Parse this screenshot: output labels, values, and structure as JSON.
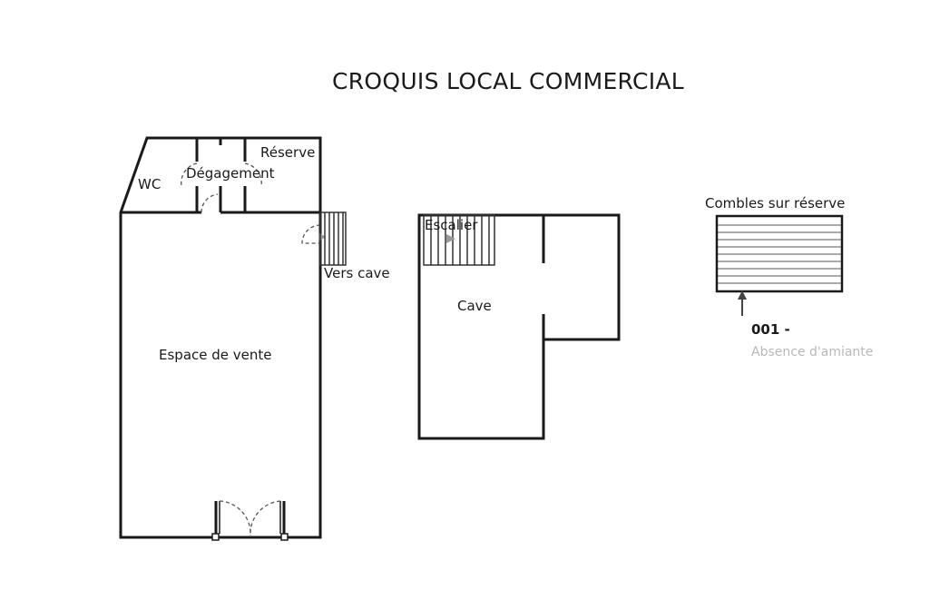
{
  "title": "CROQUIS LOCAL COMMERCIAL",
  "ground_floor": {
    "rooms": {
      "wc": "WC",
      "degagement": "Dégagement",
      "reserve": "Réserve",
      "espace_vente": "Espace de vente"
    },
    "stair_label": "Vers cave"
  },
  "basement": {
    "stair_label": "Escalier",
    "room_label": "Cave"
  },
  "attic": {
    "label": "Combles sur réserve",
    "marker_code": "001 -",
    "marker_note": "Absence d'amiante"
  }
}
